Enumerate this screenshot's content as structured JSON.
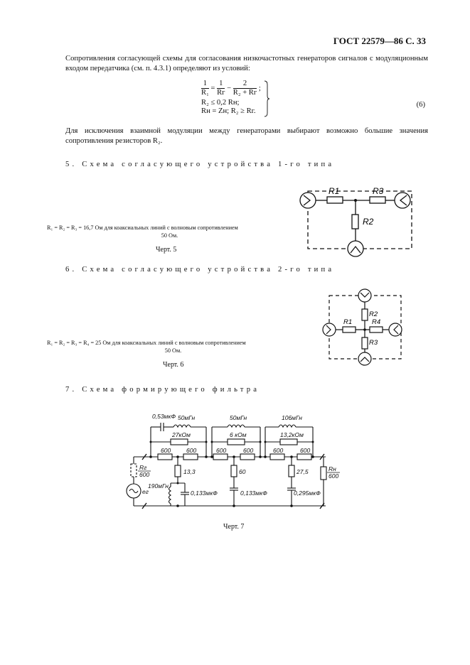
{
  "header": "ГОСТ 22579—86 С. 33",
  "para1": "Сопротивления согласующей схемы для согласования низкочастотных генераторов сигналов с модуляционным входом передатчика (см. п. 4.3.1) определяют из условий:",
  "formula": {
    "row1_lhs_num": "1",
    "row1_lhs_den": "R₁",
    "row1_eq": "=",
    "row1_t1_num": "1",
    "row1_t1_den": "Rг",
    "row1_minus": "−",
    "row1_t2_num": "2",
    "row1_t2_den": "R₂ + Rг",
    "row1_end": ";",
    "row2": "R₂ ≤ 0,2 Rн;",
    "row3": "Rн = Zн; R₂ ≥ Rг.",
    "number": "(6)"
  },
  "para2": "Для исключения взаимной модуляции между генераторами выбирают возможно большие значения сопротивления резисторов R₂.",
  "section5": {
    "title": "5. Схема согласующего устройства 1-го типа",
    "note_line1": "R₁ = R₂ = R₃ = 16,7 Ом для коаксиальных линий с волновым сопротивлением",
    "note_line2": "50 Ом.",
    "caption": "Черт. 5",
    "labels": {
      "r1": "R1",
      "r2": "R2",
      "r3": "R3"
    }
  },
  "section6": {
    "title": "6. Схема согласующего устройства 2-го типа",
    "note_line1": "R₁ = R₂ = R₃ = R₄ = 25 Ом для коаксиальных линий с волновым сопротивлением",
    "note_line2": "50 Ом.",
    "caption": "Черт. 6",
    "labels": {
      "r1": "R1",
      "r2": "R2",
      "r3": "R3",
      "r4": "R4"
    }
  },
  "section7": {
    "title": "7. Схема формирующего фильтра",
    "caption": "Черт. 7",
    "labels": {
      "c_top": "0,53мкФ",
      "l1": "50мГн",
      "r_27k": "27кОм",
      "l2": "50мГн",
      "r_6k": "6 кОм",
      "l3": "106мГн",
      "r_13k": "13,2кОм",
      "s1a": "600",
      "s1b": "600",
      "s2a": "600",
      "s2b": "600",
      "s3a": "600",
      "s3b": "600",
      "rg": "Rг",
      "rg_val": "600",
      "eg": "eг",
      "sh1_r": "13,3",
      "sh1_l": "190мГн",
      "sh1_c": "0,133мкФ",
      "sh2_r": "60",
      "sh2_c": "0,133мкФ",
      "sh3_r": "27,5",
      "sh3_c": "0,295мкФ",
      "rn": "Rн",
      "rn_val": "600"
    }
  }
}
